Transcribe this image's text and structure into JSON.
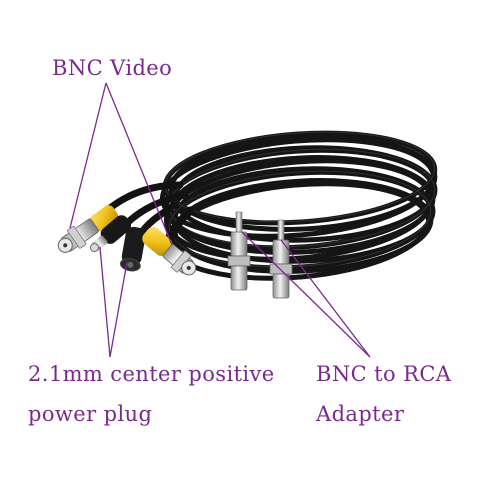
{
  "labels": {
    "bnc_video": "BNC Video",
    "power_line1": "2.1mm center positive",
    "power_line2": "power plug",
    "rca_line1": "BNC to RCA",
    "rca_line2": "Adapter"
  },
  "colors": {
    "callout": "#7a2a8e",
    "cable": "#111111",
    "connector_yellow": "#f2c21b",
    "metal": "#c9c9c9",
    "background": "#ffffff"
  }
}
